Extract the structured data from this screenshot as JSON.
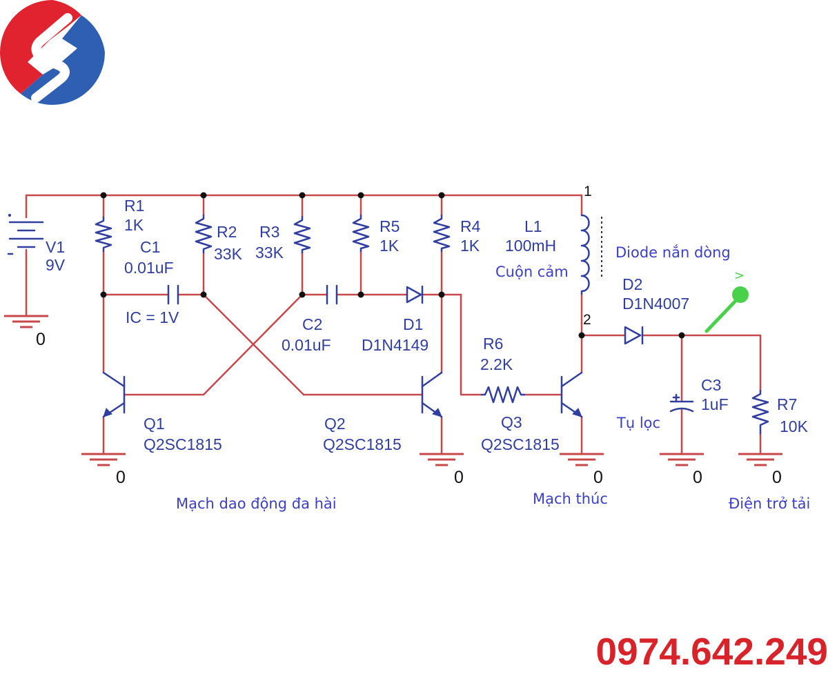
{
  "brand": {
    "logo_icon": "company-logo-icon",
    "colors": {
      "red": "#e0232f",
      "blue": "#2f5fb3"
    }
  },
  "phone": "0974.642.249",
  "colors": {
    "wire": "#c8474b",
    "component": "#2f3ea0",
    "note": "#3b3fc8",
    "phone": "#d8232a"
  },
  "components": {
    "V1": {
      "name": "V1",
      "value": "9V"
    },
    "R1": {
      "name": "R1",
      "value": "1K"
    },
    "C1": {
      "name": "C1",
      "value": "0.01uF",
      "ic": "IC = 1V"
    },
    "R2": {
      "name": "R2",
      "value": "33K"
    },
    "R3": {
      "name": "R3",
      "value": "33K"
    },
    "R5": {
      "name": "R5",
      "value": "1K"
    },
    "R4": {
      "name": "R4",
      "value": "1K"
    },
    "L1": {
      "name": "L1",
      "value": "100mH",
      "desc": "Cuộn cảm"
    },
    "C2": {
      "name": "C2",
      "value": "0.01uF"
    },
    "D1": {
      "name": "D1",
      "value": "D1N4149"
    },
    "R6": {
      "name": "R6",
      "value": "2.2K"
    },
    "D2": {
      "name": "D2",
      "value": "D1N4007",
      "desc": "Diode nắn dòng"
    },
    "C3": {
      "name": "C3",
      "value": "1uF",
      "desc": "Tụ lọc"
    },
    "R7": {
      "name": "R7",
      "value": "10K"
    },
    "Q1": {
      "name": "Q1",
      "value": "Q2SC1815"
    },
    "Q2": {
      "name": "Q2",
      "value": "Q2SC1815"
    },
    "Q3": {
      "name": "Q3",
      "value": "Q2SC1815"
    }
  },
  "nodes": {
    "n1": "1",
    "n2": "2"
  },
  "ground_label": "0",
  "probe_mark": ">",
  "sections": {
    "oscillator": "Mạch dao động đa hài",
    "driver": "Mạch thúc",
    "load": "Điện trở tải"
  }
}
